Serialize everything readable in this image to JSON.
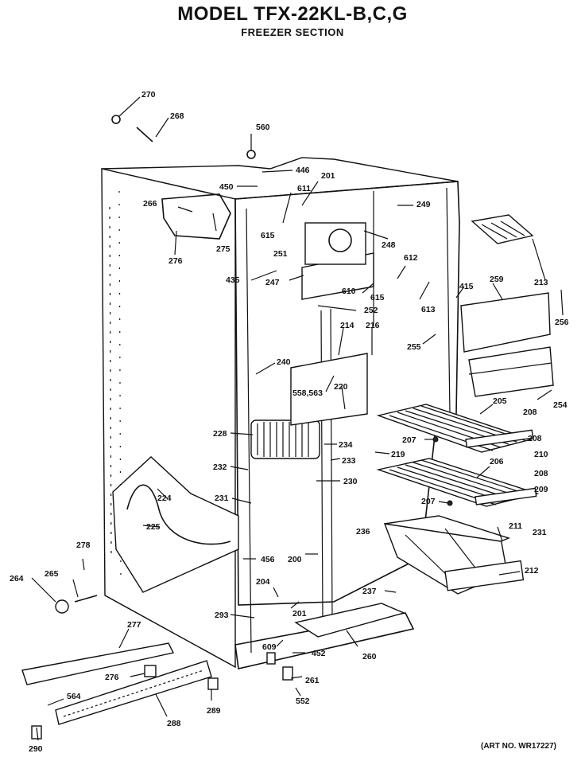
{
  "header": {
    "title": "MODEL TFX-22KL-B,C,G",
    "subtitle": "FREEZER SECTION"
  },
  "footer": {
    "art_no": "(ART NO. WR17227)"
  },
  "parts": {
    "p270": "270",
    "p268a": "268",
    "p560": "560",
    "p446": "446",
    "p450": "450",
    "p201a": "201",
    "p611": "611",
    "p266": "266",
    "p275": "275",
    "p276a": "276",
    "p615a": "615",
    "p251": "251",
    "p249": "249",
    "p248": "248",
    "p435": "435",
    "p247": "247",
    "p612": "612",
    "p610": "610",
    "p615b": "615",
    "p252": "252",
    "p613": "613",
    "p415": "415",
    "p259": "259",
    "p213": "213",
    "p256": "256",
    "p214": "214",
    "p216": "216",
    "p255": "255",
    "p240": "240",
    "p558": "558,563",
    "p220": "220",
    "p205": "205",
    "p208a": "208",
    "p254": "254",
    "p228": "228",
    "p234": "234",
    "p207a": "207",
    "p208b": "208",
    "p219": "219",
    "p233": "233",
    "p210": "210",
    "p232": "232",
    "p206": "206",
    "p208c": "208",
    "p230": "230",
    "p209": "209",
    "p224": "224",
    "p231a": "231",
    "p207b": "207",
    "p231b": "231",
    "p211": "211",
    "p225": "225",
    "p236": "236",
    "p278": "278",
    "p456": "456",
    "p200": "200",
    "p212": "212",
    "p264": "264",
    "p265": "265",
    "p204": "204",
    "p237": "237",
    "p201b": "201",
    "p293": "293",
    "p277": "277",
    "p609": "609",
    "p452": "452",
    "p260": "260",
    "p276b": "276",
    "p261": "261",
    "p564": "564",
    "p552": "552",
    "p289": "289",
    "p288": "288",
    "p290": "290"
  }
}
